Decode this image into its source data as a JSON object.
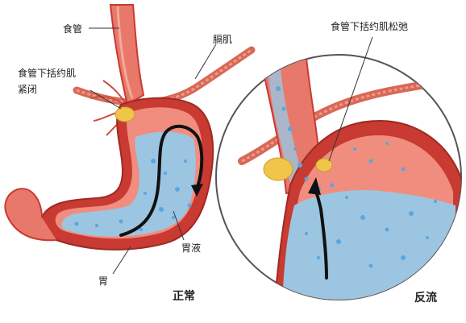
{
  "labels": {
    "esophagus": "食管",
    "diaphragm": "膈肌",
    "les_closed_line1": "食管下括约肌",
    "les_closed_line2": "紧闭",
    "gastric_juice": "胃液",
    "stomach": "胃",
    "les_relaxed": "食管下括约肌松弛"
  },
  "captions": {
    "normal": "正常",
    "reflux": "反流"
  },
  "colors": {
    "stomach_wall": "#c83a32",
    "stomach_outer": "#e8796a",
    "stomach_inner": "#f3a99b",
    "gastric_fluid": "#9cc5e2",
    "fluid_bubble": "#5aa6de",
    "fat": "#f1c44a",
    "arrow": "#111111",
    "circle_outline": "#555555"
  }
}
